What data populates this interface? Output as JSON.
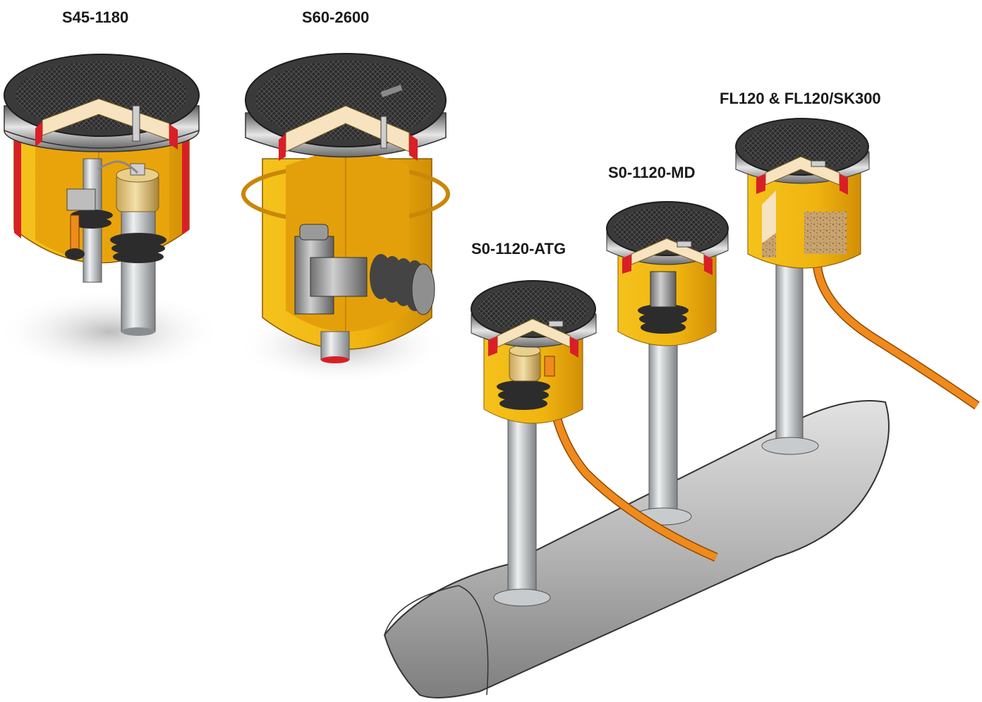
{
  "labels": {
    "s45": "S45-1180",
    "s60": "S60-2600",
    "fl120": "FL120 & FL120/SK300",
    "md": "S0-1120-MD",
    "atg": "S0-1120-ATG"
  },
  "colors": {
    "sump_yellow": "#f2b90f",
    "sump_dark": "#d08a08",
    "seal_red": "#d91f26",
    "insulation": "#f7e3bf",
    "pipe": "#bfc3c6",
    "cable": "#f08a1c",
    "lid": "#2a2a2a",
    "tank": "#b8b8b8"
  },
  "icons": [
    "manhole-lid-icon",
    "cutaway-sump-icon",
    "riser-pipe-icon",
    "tank-icon",
    "cable-icon"
  ]
}
